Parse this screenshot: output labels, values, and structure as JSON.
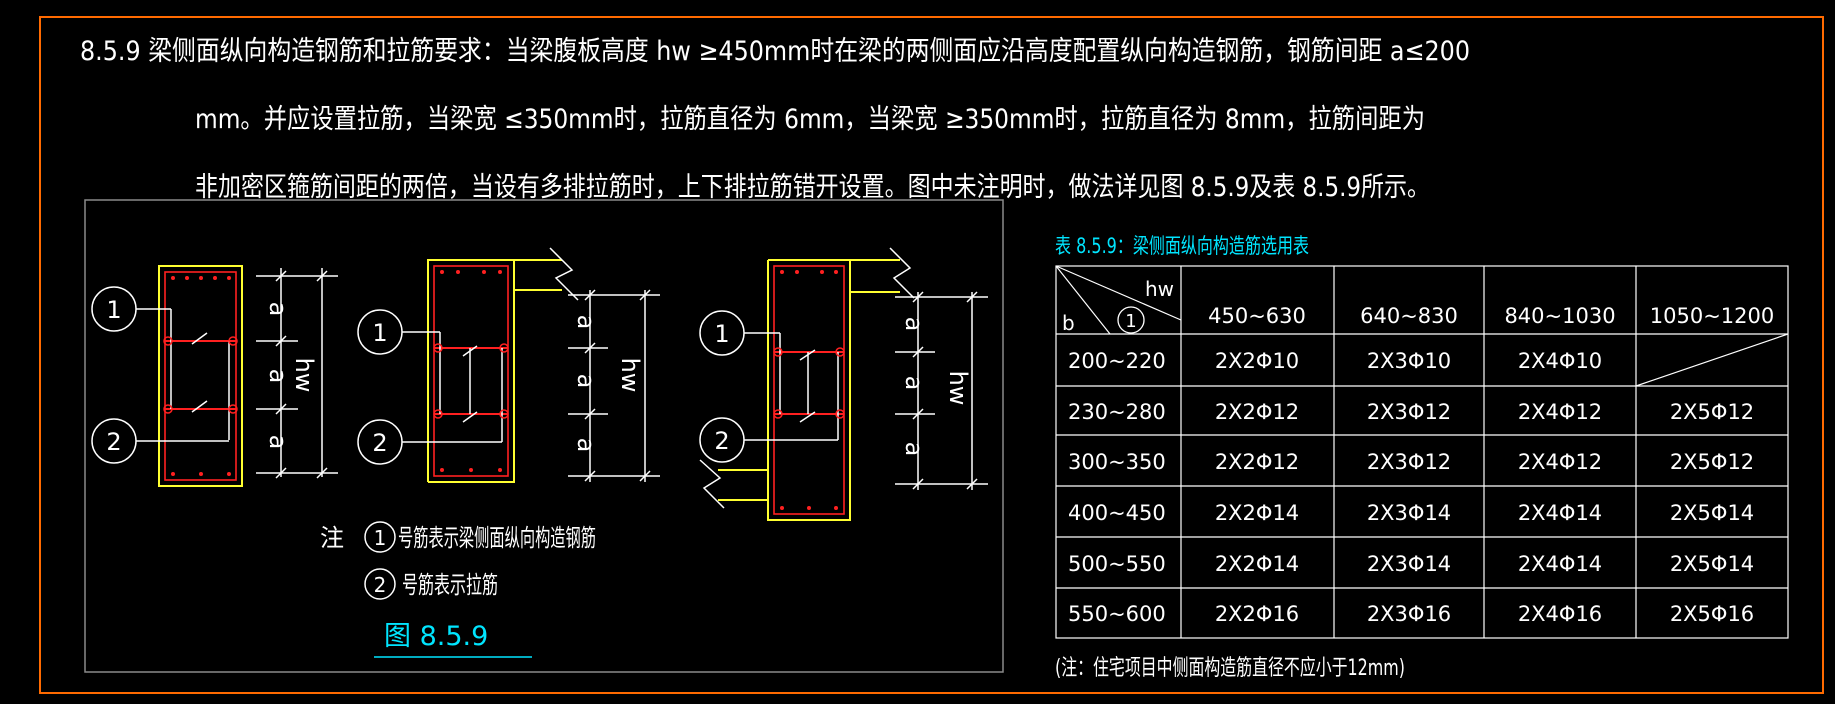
{
  "colors": {
    "background": "#000000",
    "frame": "#ff6a00",
    "text": "#ffffff",
    "accent": "#00e5ff",
    "rebar": "#ff2020",
    "outline": "#ffff30"
  },
  "spec": {
    "line1": "8.5.9  梁侧面纵向构造钢筋和拉筋要求：当梁腹板高度 hw ≥450mm时在梁的两侧面应沿高度配置纵向构造钢筋，钢筋间距 a≤200",
    "line2": "mm。并应设置拉筋，当梁宽 ≤350mm时，拉筋直径为 6mm，当梁宽 ≥350mm时，拉筋直径为 8mm，拉筋间距为",
    "line3": "非加密区箍筋间距的两倍，当设有多排拉筋时，上下排拉筋错开设置。图中未注明时，做法详见图 8.5.9及表 8.5.9所示。"
  },
  "figure": {
    "marker1": "1",
    "marker2": "2",
    "dim_a": "a",
    "dim_hw": "hw",
    "note_prefix": "注",
    "note1": "号筋表示梁侧面纵向构造钢筋",
    "note2": "号筋表示拉筋",
    "caption": "图 8.5.9"
  },
  "table": {
    "title": "表 8.5.9：梁侧面纵向构造筋选用表",
    "corner_hw": "hw",
    "corner_b": "b",
    "corner_marker": "1",
    "columns": [
      "450~630",
      "640~830",
      "840~1030",
      "1050~1200"
    ],
    "rows": [
      {
        "label": "200~220",
        "cells": [
          "2X2Φ10",
          "2X3Φ10",
          "2X4Φ10",
          ""
        ]
      },
      {
        "label": "230~280",
        "cells": [
          "2X2Φ12",
          "2X3Φ12",
          "2X4Φ12",
          "2X5Φ12"
        ]
      },
      {
        "label": "300~350",
        "cells": [
          "2X2Φ12",
          "2X3Φ12",
          "2X4Φ12",
          "2X5Φ12"
        ]
      },
      {
        "label": "400~450",
        "cells": [
          "2X2Φ14",
          "2X3Φ14",
          "2X4Φ14",
          "2X5Φ14"
        ]
      },
      {
        "label": "500~550",
        "cells": [
          "2X2Φ14",
          "2X3Φ14",
          "2X4Φ14",
          "2X5Φ14"
        ]
      },
      {
        "label": "550~600",
        "cells": [
          "2X2Φ16",
          "2X3Φ16",
          "2X4Φ16",
          "2X5Φ16"
        ]
      }
    ],
    "footnote": "(注：住宅项目中侧面构造筋直径不应小于12mm)"
  }
}
